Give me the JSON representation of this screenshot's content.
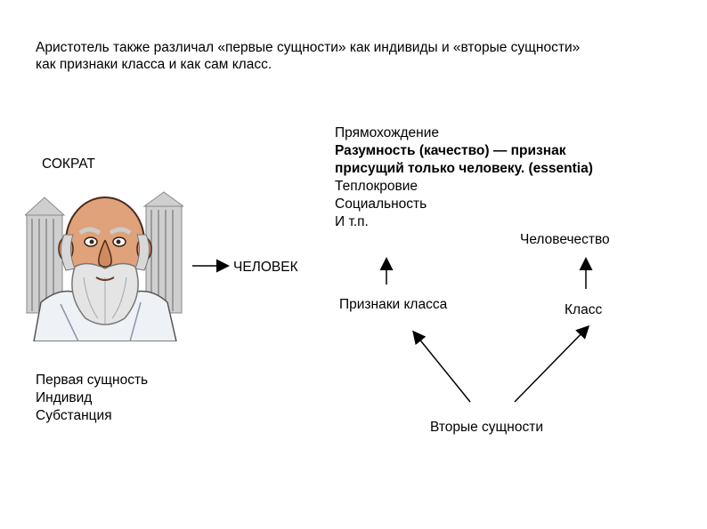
{
  "title": {
    "line1": "Аристотель также различал «первые сущности» как индивиды и «вторые сущности»",
    "line2": "как признаки класса и как сам класс."
  },
  "left": {
    "name": "СОКРАТ",
    "first_essence": [
      "Первая сущность",
      "Индивид",
      "Субстанция"
    ]
  },
  "center": {
    "human": "ЧЕЛОВЕК"
  },
  "attributes": {
    "items": [
      {
        "text": "Прямохождение",
        "bold": false
      },
      {
        "text": "Разумность (качество) — признак",
        "bold": true
      },
      {
        "text": "присущий только человеку. (essentia)",
        "bold": true
      },
      {
        "text": "Теплокровие",
        "bold": false
      },
      {
        "text": "Социальность",
        "bold": false
      },
      {
        "text": "И т.п.",
        "bold": false
      }
    ]
  },
  "right": {
    "humanity": "Человечество",
    "class_signs": "Признаки класса",
    "class": "Класс",
    "second_essences": "Вторые сущности"
  },
  "colors": {
    "text": "#000000",
    "skin": "#e0a27a",
    "hair": "#d8d8d8",
    "toga": "#eef1f6",
    "building": "#b9b9b9"
  }
}
